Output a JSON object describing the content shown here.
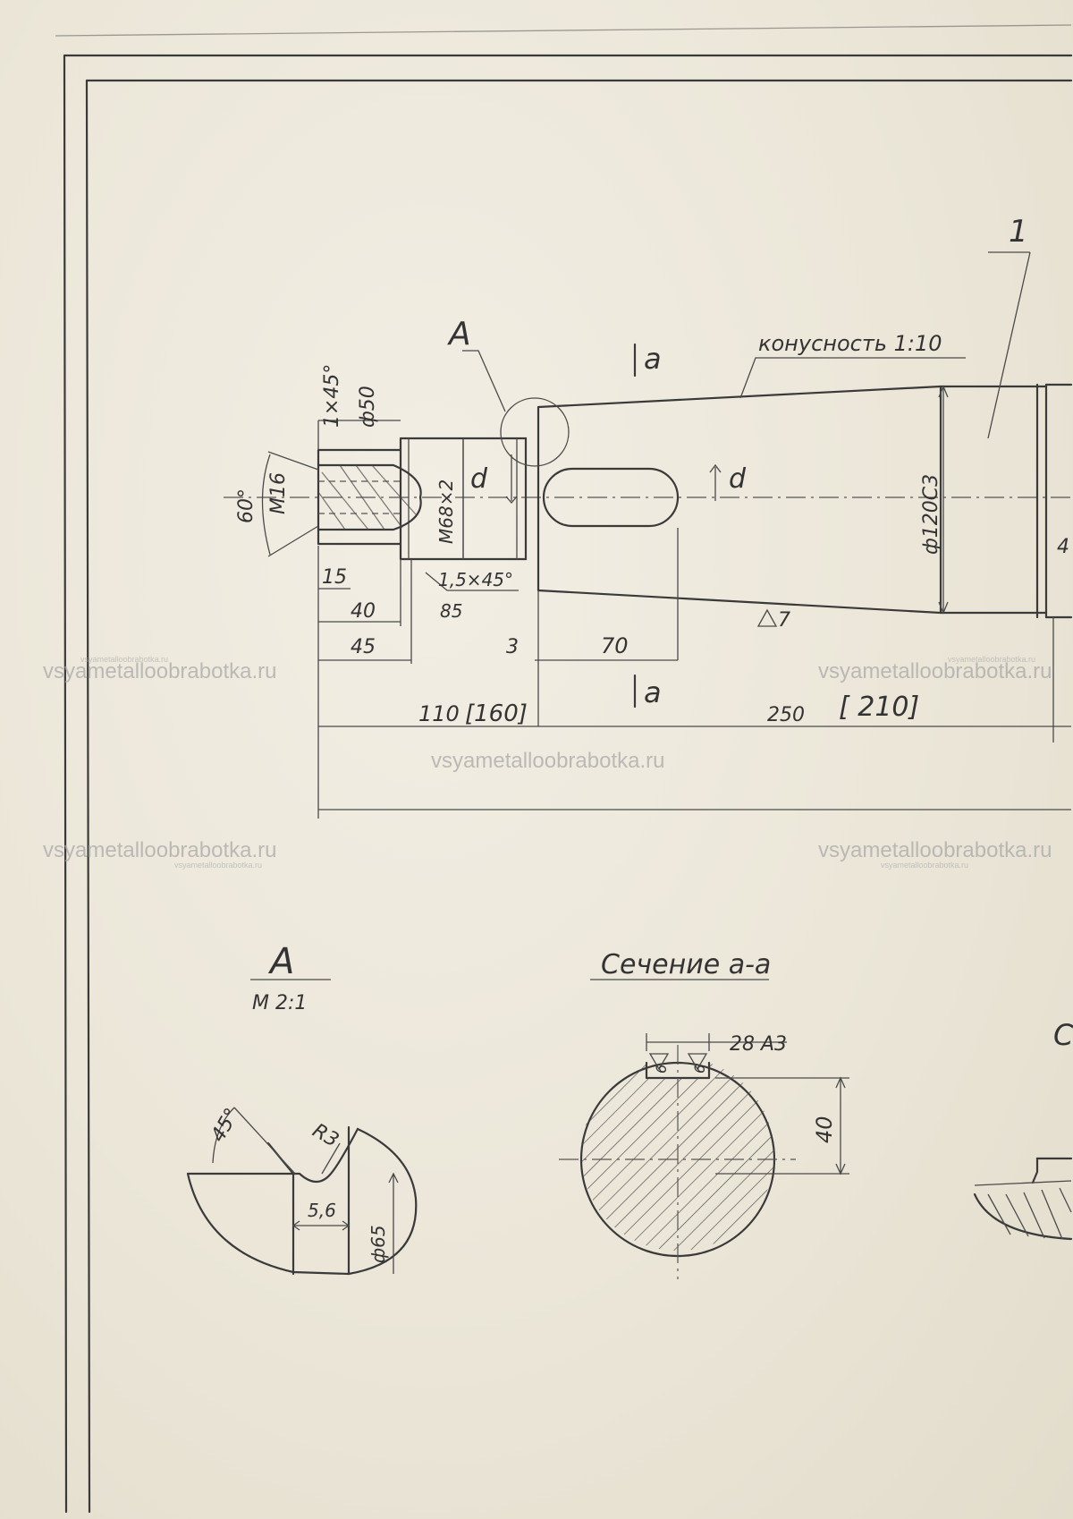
{
  "drawing": {
    "labels": {
      "callout_A": "A",
      "item_number": "1",
      "taper_note": "конусность 1:10",
      "section_mark_top": "a",
      "section_mark_bottom": "a",
      "d_left": "d",
      "d_right": "d",
      "chamfer_1": "1×45°",
      "dia_50": "ф50",
      "angle_60": "60°",
      "thread_m16": "M16",
      "thread_m68": "M68×2",
      "chamfer_15": "1,5×45°",
      "dia_120": "ф120С3",
      "roughness_7": "7",
      "cut_4": "4",
      "dim_15": "15",
      "dim_40": "40",
      "dim_85": "85",
      "dim_45": "45",
      "dim_3": "3",
      "dim_70": "70",
      "dim_110": "110",
      "dim_160": "[160]",
      "dim_250": "250",
      "dim_210": "[ 210]"
    },
    "detail_A": {
      "title": "A",
      "scale": "M 2:1",
      "angle": "45°",
      "radius": "R3",
      "width": "5,6",
      "dia": "ф65"
    },
    "section_aa": {
      "title": "Сечение a-a",
      "key_width": "28 A3",
      "depth": "40",
      "roughness_left": "6",
      "roughness_right": "6"
    },
    "section_cut": {
      "partial_title": "С"
    },
    "watermark": {
      "text": "vsyametalloobrabotka.ru",
      "small_text": "vsyametalloobrabotka.ru"
    }
  }
}
